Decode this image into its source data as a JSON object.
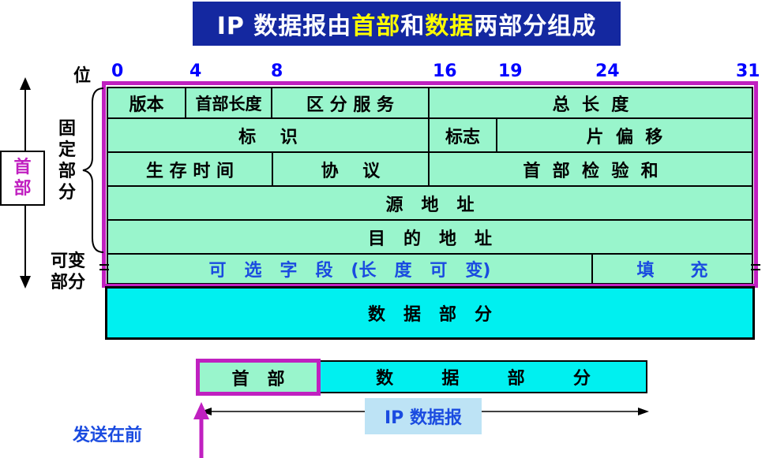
{
  "title": {
    "part1": "IP 数据报由",
    "part2": "首部",
    "part3": "和",
    "part4": "数据",
    "part5": "两部分组成"
  },
  "bit_axis": {
    "label": "位",
    "marks": [
      "0",
      "4",
      "8",
      "16",
      "19",
      "24",
      "31"
    ]
  },
  "header_fields": {
    "version": "版本",
    "header_length": "首部长度",
    "service": "区 分 服 务",
    "total_length": "总  长  度",
    "identification": "标    识",
    "flags": "标志",
    "fragment_offset": "片  偏  移",
    "ttl": "生 存 时 间",
    "protocol": "协    议",
    "checksum": "首  部  检  验  和",
    "source_address": "源   地   址",
    "destination_address": "目   的   地   址",
    "options": "可   选   字   段   (长   度   可   变)",
    "padding": "填      充"
  },
  "data_part": "数   据   部   分",
  "side_labels": {
    "header": "首部",
    "fixed_part": "固定部分",
    "variable_part_line1": "可变",
    "variable_part_line2": "部分"
  },
  "bottom": {
    "header": "首   部",
    "data": "数        据        部        分",
    "datagram": "IP 数据报",
    "send_first": "发送在前"
  },
  "colors": {
    "title_bg": "#1428a0",
    "highlight": "#ffff00",
    "header_cell": "#99f5cc",
    "data_cell": "#00f0f0",
    "frame": "#c020c0",
    "bit_marks": "#0000ff",
    "options_text": "#1a4be0"
  }
}
